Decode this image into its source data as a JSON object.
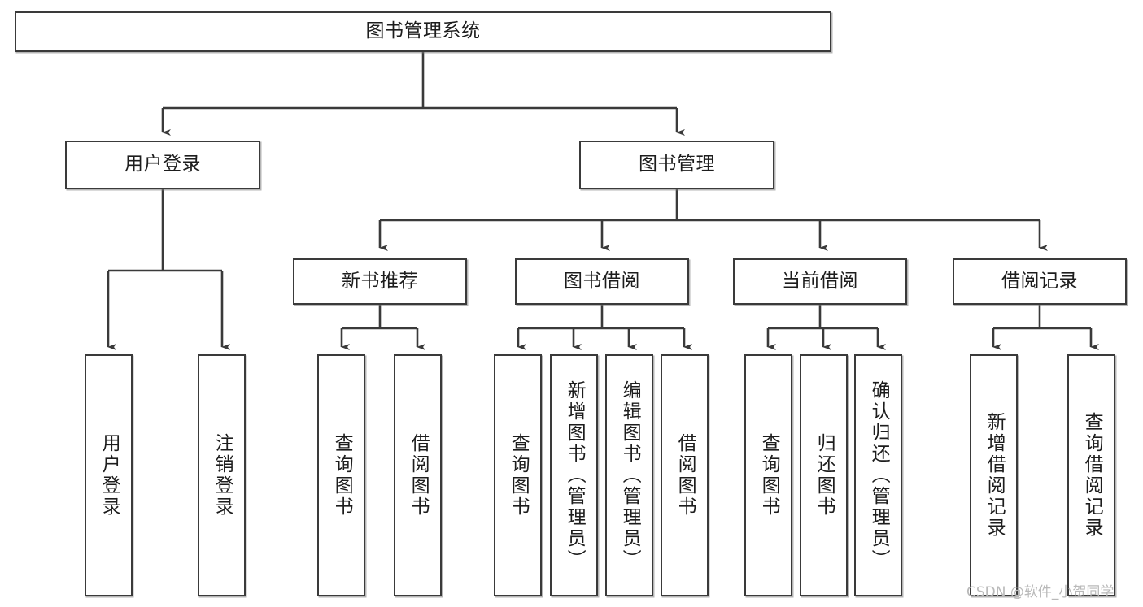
{
  "diagram": {
    "title": "图书管理系统",
    "type": "tree-hierarchy-diagram",
    "watermark": "CSDN @软件_小贺同学",
    "colors": {
      "stroke": "#3a3a3a",
      "fill": "#ffffff",
      "text": "#1d1d1d",
      "watermark": "#b9b9b9"
    },
    "root": {
      "label": "图书管理系统"
    },
    "level2": [
      {
        "id": "user-login",
        "label": "用户登录"
      },
      {
        "id": "book-manage",
        "label": "图书管理"
      }
    ],
    "level3": [
      {
        "id": "new-book-recommend",
        "label": "新书推荐"
      },
      {
        "id": "book-borrow",
        "label": "图书借阅"
      },
      {
        "id": "current-borrow",
        "label": "当前借阅"
      },
      {
        "id": "borrow-record",
        "label": "借阅记录"
      }
    ],
    "leaves": {
      "user_login": [
        {
          "id": "leaf-user-login",
          "label": "用户登录"
        },
        {
          "id": "leaf-logout",
          "label": "注销登录"
        }
      ],
      "new_book_recommend": [
        {
          "id": "leaf-query-book-1",
          "label": "查询图书"
        },
        {
          "id": "leaf-borrow-book-1",
          "label": "借阅图书"
        }
      ],
      "book_borrow": [
        {
          "id": "leaf-query-book-2",
          "label": "查询图书"
        },
        {
          "id": "leaf-add-book",
          "label": "新增图书（管理员）"
        },
        {
          "id": "leaf-edit-book",
          "label": "编辑图书（管理员）"
        },
        {
          "id": "leaf-borrow-book-2",
          "label": "借阅图书"
        }
      ],
      "current_borrow": [
        {
          "id": "leaf-query-book-3",
          "label": "查询图书"
        },
        {
          "id": "leaf-return-book",
          "label": "归还图书"
        },
        {
          "id": "leaf-confirm-return",
          "label": "确认归还（管理员）"
        }
      ],
      "borrow_record": [
        {
          "id": "leaf-add-record",
          "label": "新增借阅记录"
        },
        {
          "id": "leaf-query-record",
          "label": "查询借阅记录"
        }
      ]
    }
  }
}
